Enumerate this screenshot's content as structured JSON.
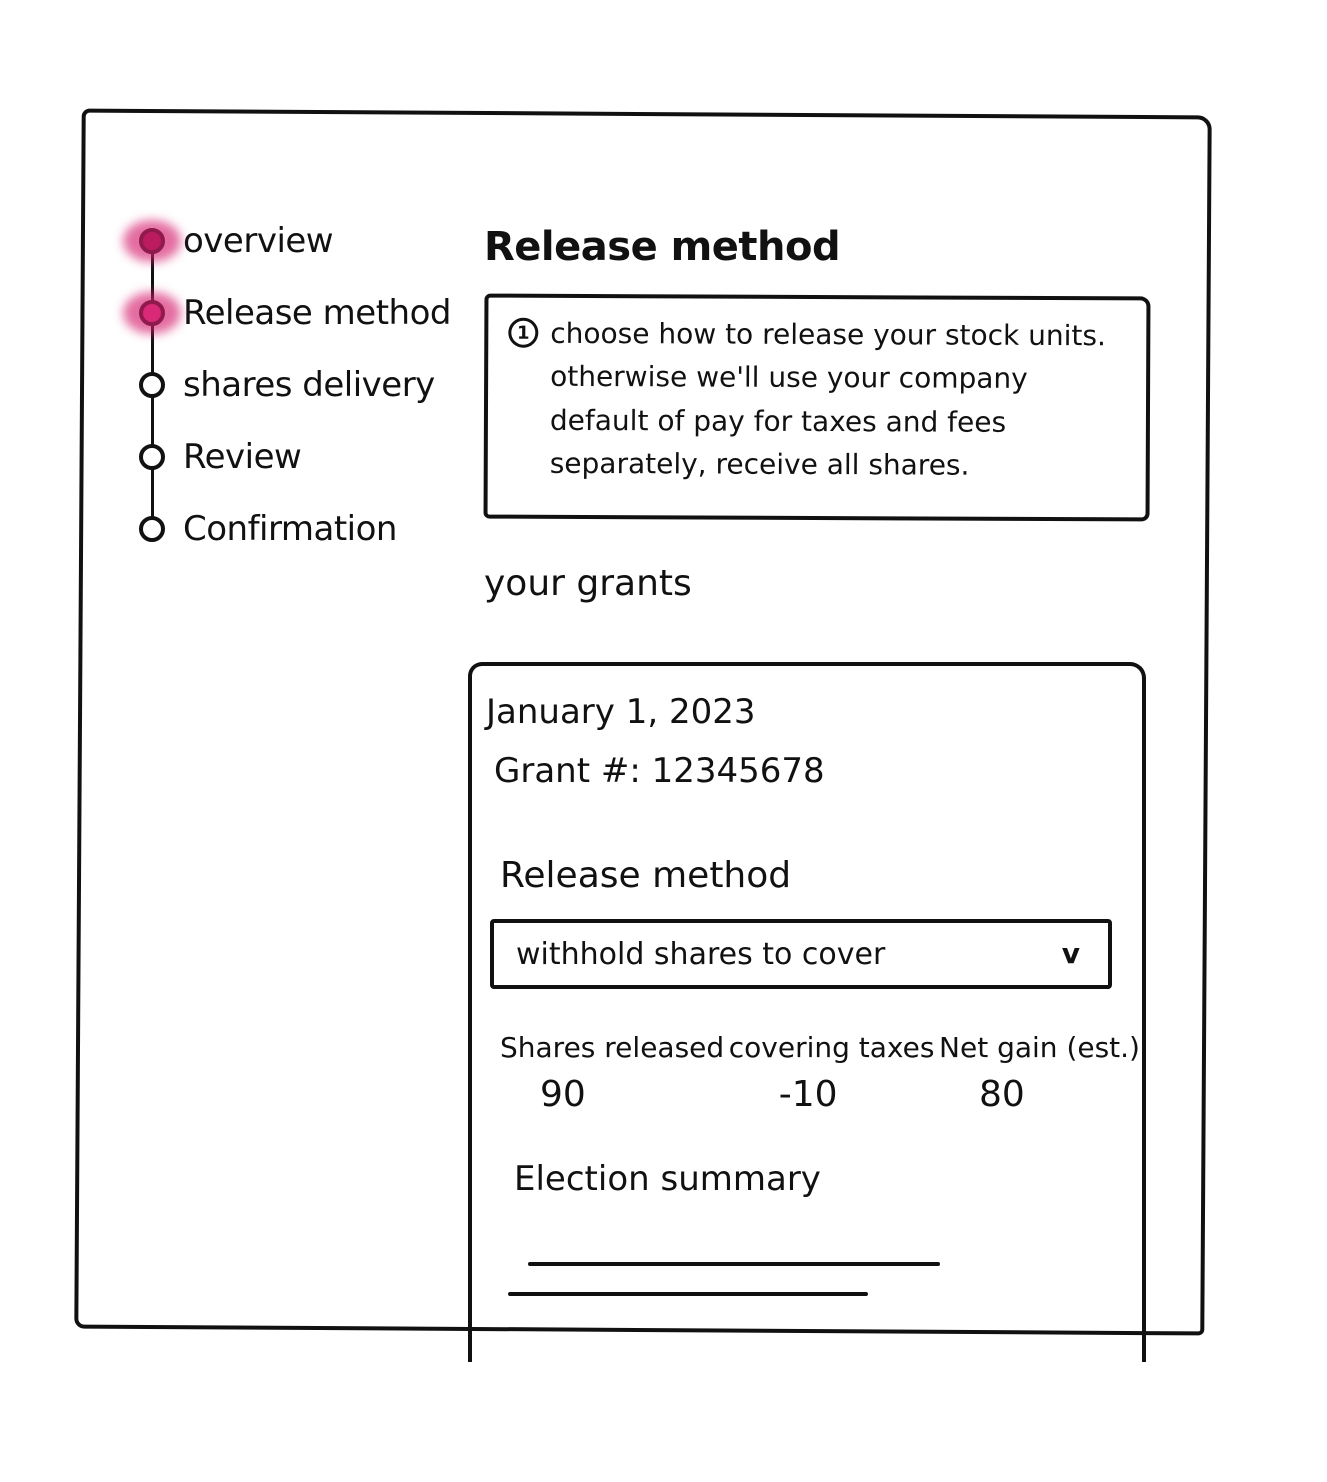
{
  "stepper": {
    "steps": [
      {
        "label": "overview",
        "state": "done"
      },
      {
        "label": "Release method",
        "state": "current"
      },
      {
        "label": "shares delivery",
        "state": "upcoming"
      },
      {
        "label": "Review",
        "state": "upcoming"
      },
      {
        "label": "Confirmation",
        "state": "upcoming"
      }
    ]
  },
  "main": {
    "title": "Release method",
    "info": {
      "icon": "info-icon",
      "icon_glyph": "1",
      "text": "choose how to release your stock units. otherwise we'll use your company default of pay for taxes and fees separately, receive all shares."
    },
    "grants_title": "your grants",
    "grant": {
      "date": "January 1, 2023",
      "number": "Grant #: 12345678",
      "release_label": "Release method",
      "release_value": "withhold shares to cover",
      "stats": [
        {
          "label": "Shares released",
          "value": "90"
        },
        {
          "label": "covering taxes",
          "value": "-10"
        },
        {
          "label": "Net gain (est.)",
          "value": "80"
        }
      ],
      "summary_title": "Election summary"
    }
  },
  "colors": {
    "accent_done": "#8a1846",
    "accent_current": "#e33d87",
    "ink": "#111111"
  }
}
